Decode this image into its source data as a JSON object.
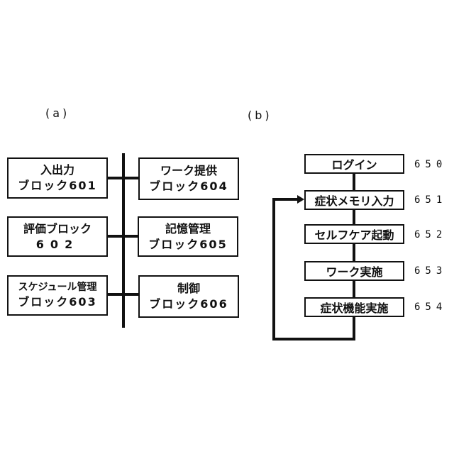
{
  "figure": {
    "panel_a": {
      "label": "(a)",
      "blocks": [
        {
          "line1": "入出力",
          "line2": "ブロック601"
        },
        {
          "line1": "評価ブロック",
          "line2": "602"
        },
        {
          "line1": "スケジュール管理",
          "line2": "ブロック603"
        },
        {
          "line1": "ワーク提供",
          "line2": "ブロック604"
        },
        {
          "line1": "記憶管理",
          "line2": "ブロック605"
        },
        {
          "line1": "制御",
          "line2": "ブロック606"
        }
      ]
    },
    "panel_b": {
      "label": "(b)",
      "steps": [
        {
          "label": "ログイン",
          "ref": "650"
        },
        {
          "label": "症状メモリ入力",
          "ref": "651"
        },
        {
          "label": "セルフケア起動",
          "ref": "652"
        },
        {
          "label": "ワーク実施",
          "ref": "653"
        },
        {
          "label": "症状機能実施",
          "ref": "654"
        }
      ]
    },
    "colors": {
      "ink": "#111111",
      "background": "#ffffff"
    }
  }
}
